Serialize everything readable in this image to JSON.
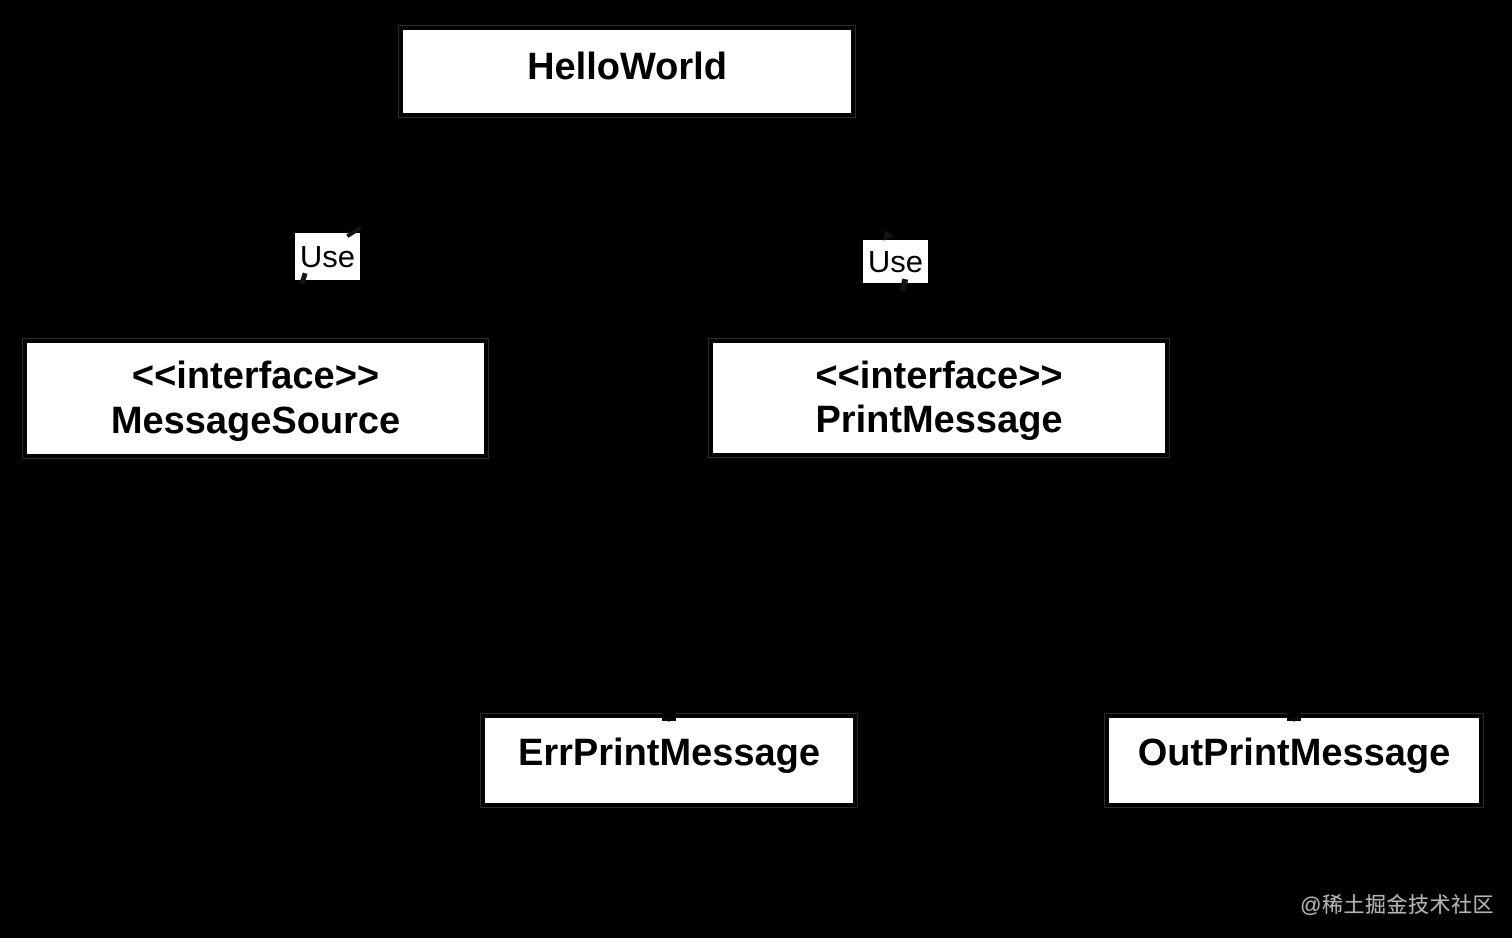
{
  "diagram": {
    "type": "uml-class-diagram",
    "background_color": "#000000",
    "node_fill_color": "#ffffff",
    "node_text_color": "#000000",
    "outline_color": "#2b2b2b",
    "watermark_color": "#b3b3b3",
    "nodes": [
      {
        "id": "helloworld",
        "kind": "class",
        "lines": [
          "HelloWorld"
        ]
      },
      {
        "id": "messagesource",
        "kind": "interface",
        "lines": [
          "<<interface>>",
          "MessageSource"
        ]
      },
      {
        "id": "printmessage",
        "kind": "interface",
        "lines": [
          "<<interface>>",
          "PrintMessage"
        ]
      },
      {
        "id": "errprintmessage",
        "kind": "class",
        "lines": [
          "ErrPrintMessage"
        ]
      },
      {
        "id": "outprintmessage",
        "kind": "class",
        "lines": [
          "OutPrintMessage"
        ]
      }
    ],
    "edges": [
      {
        "from": "HelloWorld",
        "to": "MessageSource",
        "label": "Use"
      },
      {
        "from": "HelloWorld",
        "to": "PrintMessage",
        "label": "Use"
      },
      {
        "from": "ErrPrintMessage",
        "to": "PrintMessage",
        "label": ""
      },
      {
        "from": "OutPrintMessage",
        "to": "PrintMessage",
        "label": ""
      }
    ],
    "edge_labels": [
      {
        "text": "Use"
      },
      {
        "text": "Use"
      }
    ],
    "watermark": "@稀土掘金技术社区"
  }
}
